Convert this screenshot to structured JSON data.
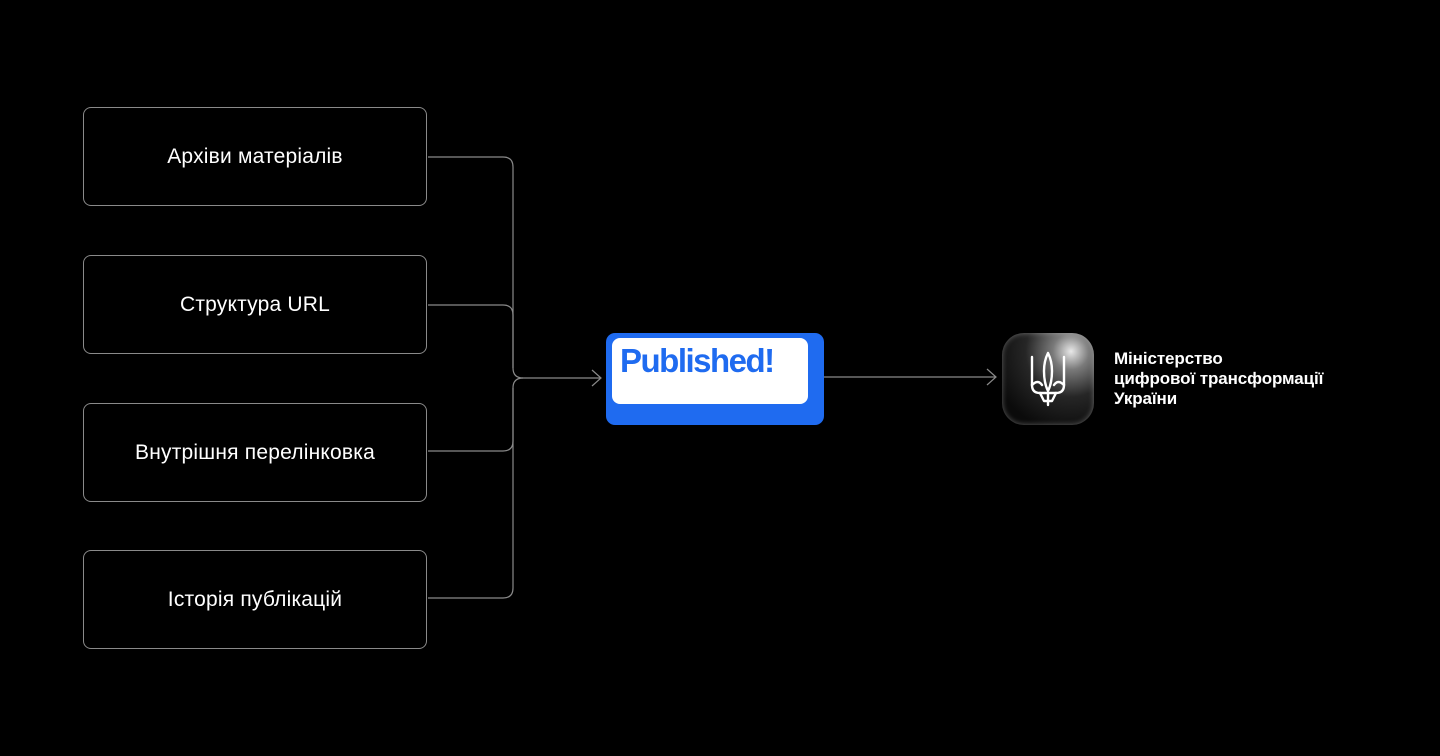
{
  "sources": [
    {
      "label": "Архіви матеріалів"
    },
    {
      "label": "Структура URL"
    },
    {
      "label": "Внутрішня перелінковка"
    },
    {
      "label": "Історія публікацій"
    }
  ],
  "center": {
    "label": "Published!"
  },
  "target": {
    "logo_icon": "trident-icon",
    "name_lines": [
      "Міністерство",
      "цифрової трансформації",
      "України"
    ]
  },
  "colors": {
    "background": "#000000",
    "box_border": "#8a8a8a",
    "connector": "#8a8a8a",
    "accent_blue": "#1f6bf0",
    "text": "#ffffff"
  }
}
